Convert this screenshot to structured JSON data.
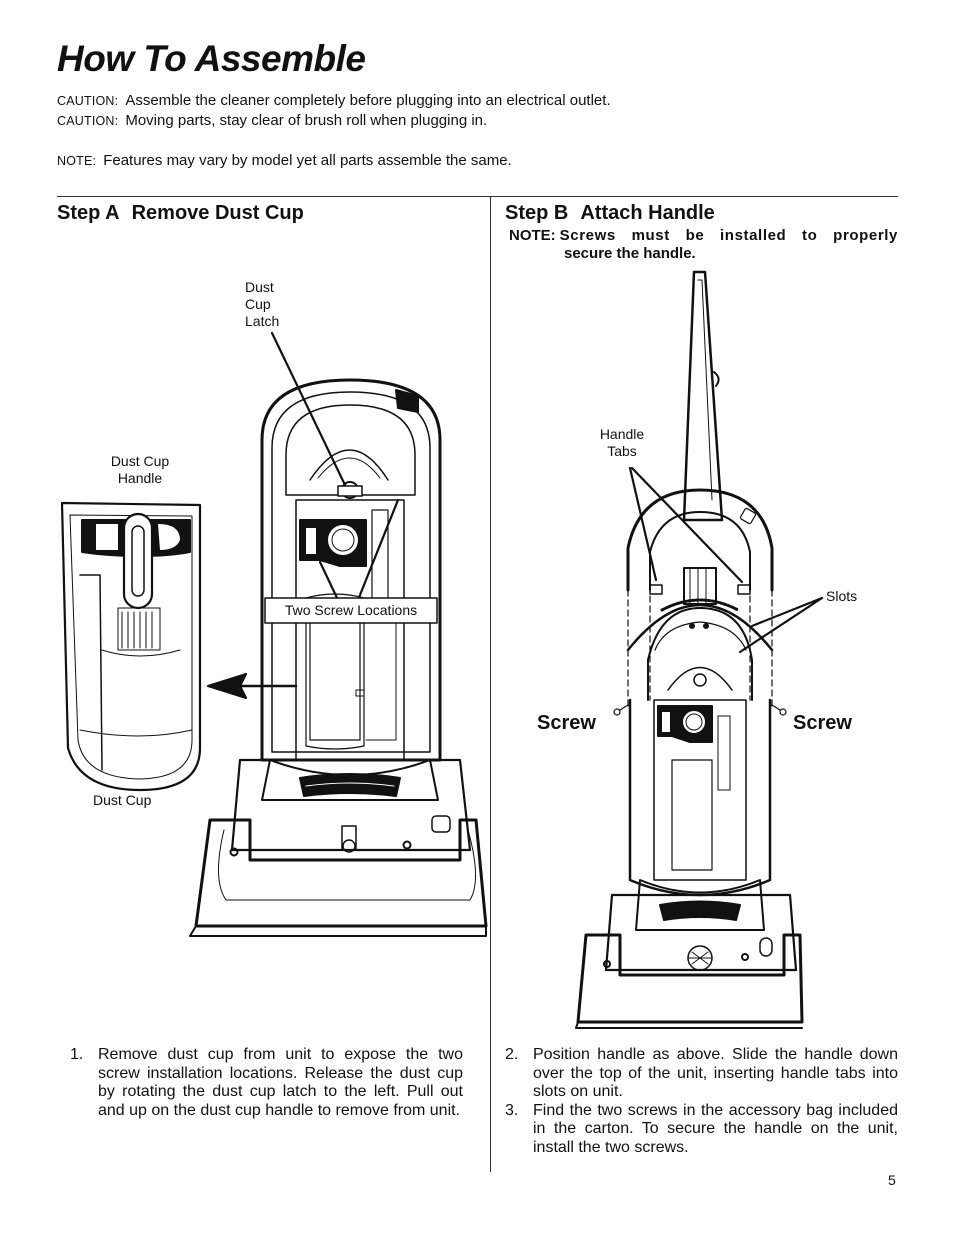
{
  "page": {
    "title": "How To Assemble",
    "cautions": [
      {
        "label": "CAUTION:",
        "text": "Assemble the cleaner completely before plugging into an electrical outlet."
      },
      {
        "label": "CAUTION:",
        "text": "Moving parts, stay clear of brush roll when plugging in."
      }
    ],
    "note": {
      "label": "NOTE:",
      "text": "Features may vary by model yet all parts assemble the same."
    },
    "page_number": "5"
  },
  "step_a": {
    "label": "Step A",
    "name": "Remove Dust Cup",
    "callouts": {
      "dust_cup_latch": [
        "Dust",
        "Cup",
        "Latch"
      ],
      "dust_cup_handle": [
        "Dust Cup",
        "Handle"
      ],
      "two_screw_locations": "Two Screw Locations",
      "dust_cup": "Dust Cup"
    },
    "instructions": [
      {
        "num": "1.",
        "text": "Remove dust cup from unit to expose the two screw installation locations. Release the dust cup by rotating the dust cup latch to the left. Pull out and up on the dust cup handle to remove from unit."
      }
    ]
  },
  "step_b": {
    "label": "Step B",
    "name": "Attach Handle",
    "note_label": "NOTE:",
    "note_line1": "Screws must be installed to properly",
    "note_line2": "secure the handle.",
    "callouts": {
      "handle_tabs": [
        "Handle",
        "Tabs"
      ],
      "slots": "Slots",
      "screw_left": "Screw",
      "screw_right": "Screw"
    },
    "instructions": [
      {
        "num": "2.",
        "text": "Position handle as above. Slide the handle down over the top of the unit, inserting handle tabs into slots on unit."
      },
      {
        "num": "3.",
        "text": "Find the two screws in the accessory bag included in the carton. To secure the handle on the unit, install the two screws."
      }
    ]
  }
}
